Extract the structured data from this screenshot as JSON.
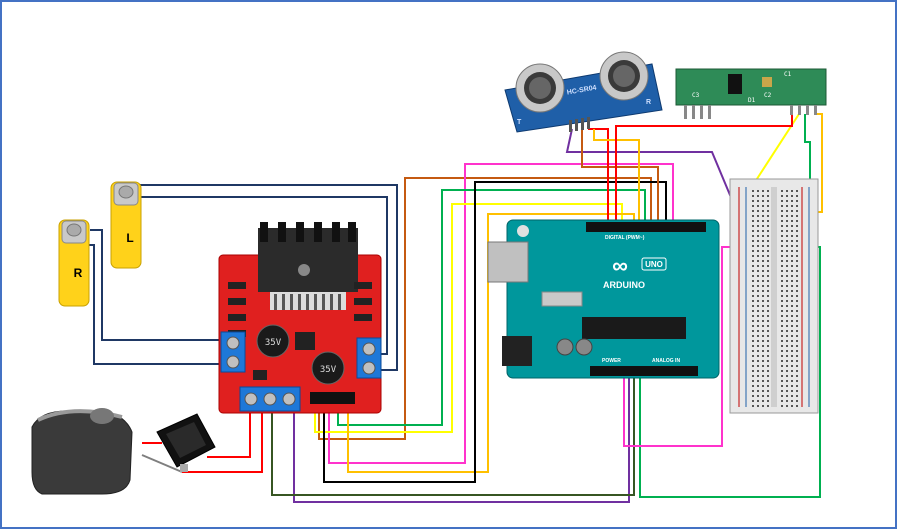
{
  "motors": {
    "right_label": "R",
    "left_label": "L"
  },
  "arduino": {
    "logo_infinity": "∞",
    "uno_label": "UNO",
    "brand_label": "ARDUINO",
    "digital_label": "DIGITAL (PWM~)",
    "power_label": "POWER",
    "analog_label": "ANALOG IN"
  },
  "ultrasonic": {
    "model_label": "HC-SR04",
    "t_label": "T",
    "r_label": "R"
  },
  "rf_module": {
    "marking_c1": "C1",
    "marking_d1": "D1",
    "marking_c2": "C2",
    "marking_c3": "C3"
  },
  "driver": {
    "cap_label": "35V"
  },
  "colors": {
    "navy": "#1f3864",
    "orange": "#c55a11",
    "pink": "#ff33cc",
    "green": "#00b050",
    "yellow": "#ffff00",
    "gold": "#ffc000",
    "black": "#000000",
    "red": "#ff0000",
    "purple": "#7030a0",
    "darkgreen": "#375623",
    "teal": "#00979c",
    "pcbred": "#e0201f"
  }
}
